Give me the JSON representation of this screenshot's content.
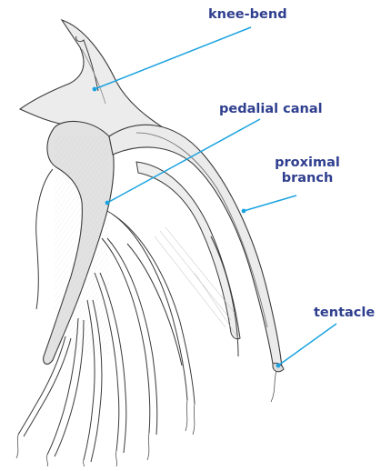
{
  "colors": {
    "label_text": "#2f3f8f",
    "leader_line": "#1ba3e0",
    "body_fill": "#e6e6e6",
    "body_shade": "#cfcfcf",
    "outline": "#3a3a3a"
  },
  "labels": {
    "knee_bend": "knee-bend",
    "pedalial_canal": "pedalial canal",
    "proximal_branch_line1": "proximal",
    "proximal_branch_line2": "branch",
    "tentacle": "tentacle"
  }
}
